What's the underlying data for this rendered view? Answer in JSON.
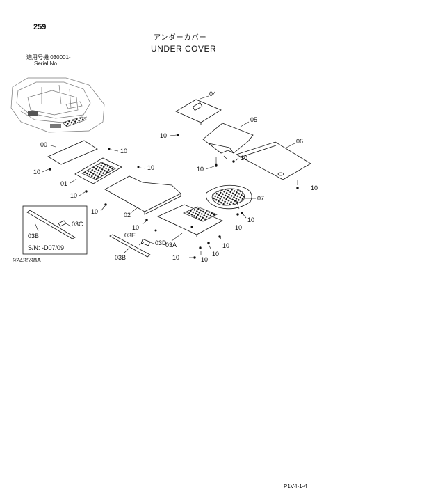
{
  "header": {
    "page_number": "259",
    "title_jp": "アンダーカバー",
    "title_en": "UNDER COVER",
    "serial_label_jp": "適用号機 030001-",
    "serial_label_en": "Serial No."
  },
  "inset": {
    "serial_note": "S/N: -D07/09"
  },
  "footer": {
    "drawing_number": "9243598A",
    "page_code": "P1V4-1-4"
  },
  "callouts": {
    "p00": "00",
    "p01": "01",
    "p02": "02",
    "p03a": "03A",
    "p03b": "03B",
    "p03b_inset": "03B",
    "p03c": "03C",
    "p03d": "03D",
    "p03e": "03E",
    "p04": "04",
    "p05": "05",
    "p06": "06",
    "p07": "07",
    "p10": "10"
  }
}
